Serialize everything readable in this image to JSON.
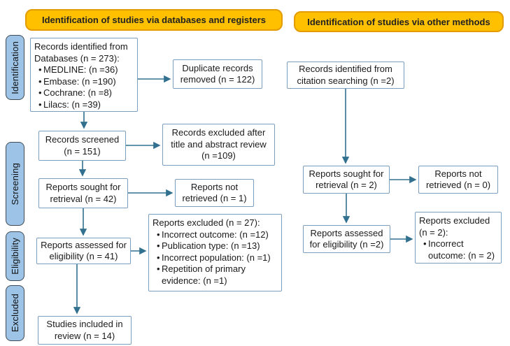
{
  "colors": {
    "header_fill": "#FFC000",
    "header_border": "#E39B00",
    "stage_fill": "#9DC3E6",
    "stage_border": "#3F4A55",
    "box_border": "#7C9EBE",
    "arrow": "#31708F",
    "text": "#1A1A1A"
  },
  "headers": {
    "databases": "Identification of studies via databases and registers",
    "other_methods": "Identification of studies via other methods"
  },
  "stages": [
    {
      "label": "Identification"
    },
    {
      "label": "Screening"
    },
    {
      "label": "Eligibility"
    },
    {
      "label": "Excluded"
    }
  ],
  "left_column": {
    "records_identified": {
      "title": "Records identified from Databases (n = 273):",
      "bullets": [
        "MEDLINE: (n =36)",
        "Embase: (n =190)",
        "Cochrane: (n =8)",
        "Lilacs: (n =39)"
      ]
    },
    "duplicates_removed": "Duplicate records removed (n = 122)",
    "records_screened": "Records screened (n = 151)",
    "records_excluded_title_abstract": "Records excluded after title and abstract review (n =109)",
    "reports_sought": "Reports sought for retrieval (n = 42)",
    "reports_not_retrieved": "Reports not retrieved (n = 1)",
    "reports_assessed": "Reports assessed for eligibility (n = 41)",
    "reports_excluded": {
      "title": "Reports excluded (n = 27):",
      "bullets": [
        "Incorrect outcome: (n =12)",
        "Publication type: (n =13)",
        "Incorrect population: (n =1)",
        "Repetition of primary evidence: (n =1)"
      ]
    },
    "studies_included": "Studies included in review (n = 14)"
  },
  "right_column": {
    "citation_identified": "Records identified from citation searching (n =2)",
    "reports_sought": "Reports sought for retrieval (n = 2)",
    "reports_not_retrieved": "Reports not retrieved (n = 0)",
    "reports_assessed": "Reports assessed for eligibility (n =2)",
    "reports_excluded": {
      "title": "Reports excluded (n = 2):",
      "bullets": [
        "Incorrect outcome: (n = 2)"
      ]
    }
  }
}
